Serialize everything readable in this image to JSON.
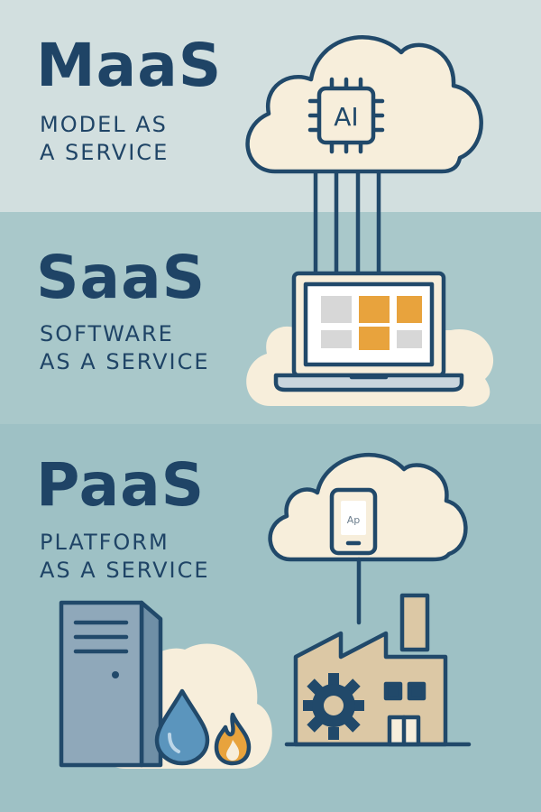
{
  "colors": {
    "band_top": "#d2dfdf",
    "band_middle": "#a9c8ca",
    "band_bottom": "#9ec1c5",
    "ink": "#21496a",
    "cream": "#f7eedb",
    "accent_orange": "#e8a33d",
    "drop_blue": "#5b95bd",
    "factory_tan": "#dcc8a5",
    "server_gray": "#8fa8ba"
  },
  "sections": {
    "maas": {
      "title": "MaaS",
      "subtitle_line1": "MODEL AS",
      "subtitle_line2": "A SERVICE"
    },
    "saas": {
      "title": "SaaS",
      "subtitle_line1": "SOFTWARE",
      "subtitle_line2": "AS A SERVICE"
    },
    "paas": {
      "title": "PaaS",
      "subtitle_line1": "PLATFORM",
      "subtitle_line2": "AS A SERVICE"
    }
  },
  "illustrations": {
    "chip_label": "AI",
    "tablet_app_label": "Ap",
    "icons": [
      "cloud-icon",
      "ai-chip-icon",
      "laptop-icon",
      "app-grid-icon",
      "tablet-icon",
      "factory-icon",
      "gear-icon",
      "server-tower-icon",
      "water-drop-icon",
      "flame-icon"
    ]
  }
}
